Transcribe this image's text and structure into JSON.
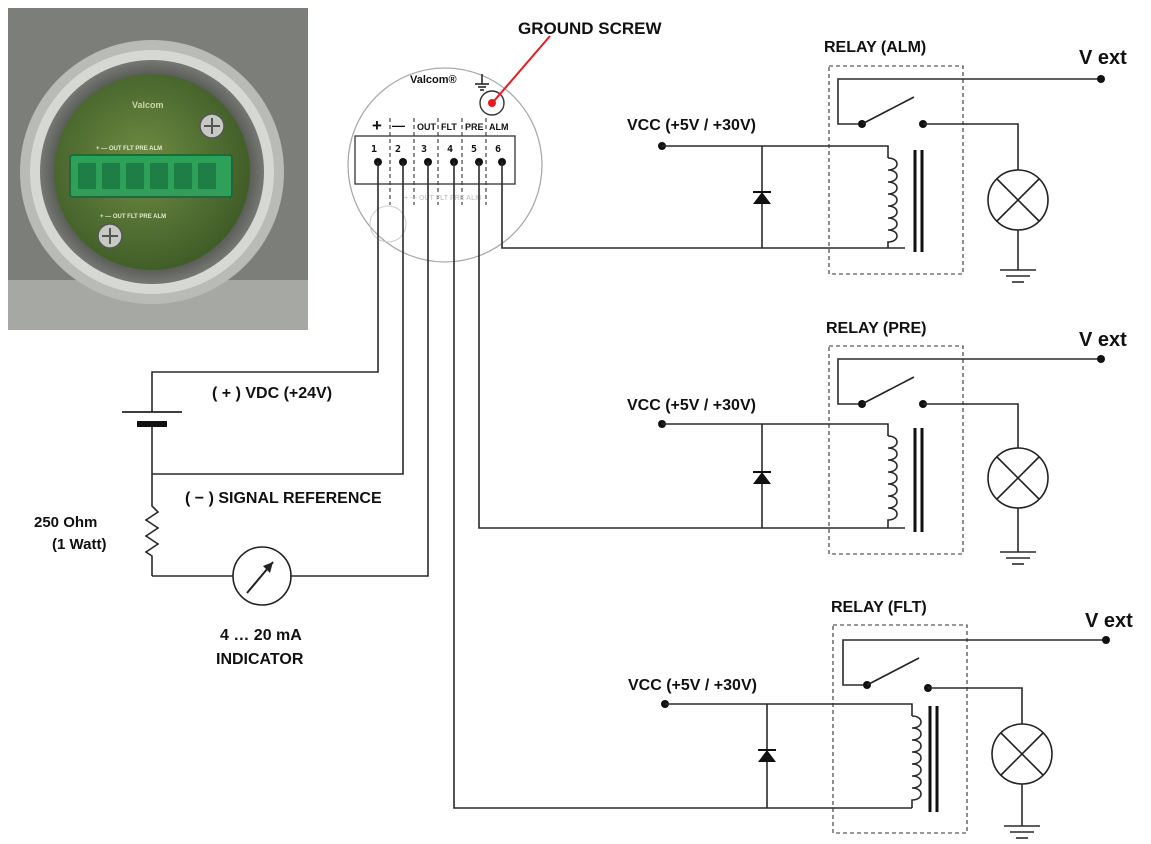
{
  "labels": {
    "ground_screw": "GROUND SCREW",
    "relay_alm": "RELAY (ALM)",
    "relay_pre": "RELAY (PRE)",
    "relay_flt": "RELAY (FLT)",
    "vext": "V ext",
    "vcc": "VCC (+5V / +30V)",
    "vdc": "( + ) VDC (+24V)",
    "signal_ref": "( − ) SIGNAL REFERENCE",
    "resistor_line1": "250 Ohm",
    "resistor_line2": "(1 Watt)",
    "indicator_line1": "4 … 20 mA",
    "indicator_line2": "INDICATOR"
  },
  "terminal_block": {
    "brand": "Valcom®",
    "plus": "+",
    "minus": "—",
    "out": "OUT",
    "flt": "FLT",
    "pre": "PRE",
    "alm": "ALM",
    "terminals": [
      "1",
      "2",
      "3",
      "4",
      "5",
      "6"
    ]
  },
  "photo": {
    "brand": "Valcom",
    "pcb_label": "+ — OUT FLT PRE ALM"
  },
  "colors": {
    "ground_marker": "#e41b23",
    "pcb_green": "#4a6b2e",
    "connector_green": "#2fa05a"
  }
}
